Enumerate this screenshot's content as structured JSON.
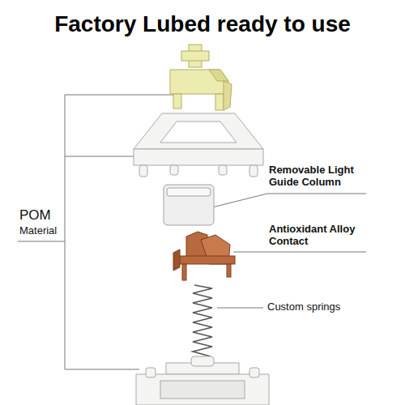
{
  "diagram": {
    "title": "Factory Lubed ready to use",
    "labels": [
      "POM",
      "Material",
      "Removable Light Guide Column",
      "Antioxidant Alloy Contact",
      "Custom springs"
    ]
  }
}
